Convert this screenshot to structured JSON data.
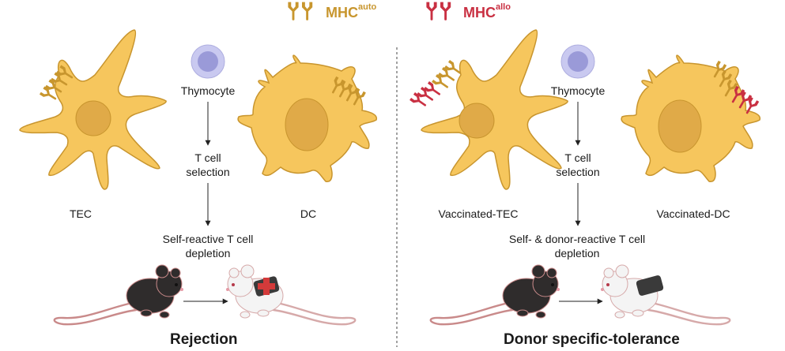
{
  "colors": {
    "cell_fill": "#f6c65d",
    "cell_stroke": "#c8952e",
    "nucleus": "#e0aa48",
    "mhc_auto": "#c8962e",
    "mhc_allo": "#c93042",
    "thymocyte_outer": "#c9c9f0",
    "thymocyte_inner": "#9a9ad8"
  },
  "legend": {
    "auto": {
      "base": "MHC",
      "sup": "auto",
      "icon": "mhc-auto-icon"
    },
    "allo": {
      "base": "MHC",
      "sup": "allo",
      "icon": "mhc-allo-icon"
    }
  },
  "left": {
    "tec_label": "TEC",
    "dc_label": "DC",
    "thymocyte_label": "Thymocyte",
    "selection_label": "T cell selection",
    "depletion_label": "Self-reactive T cell depletion",
    "outcome": "Rejection",
    "mice_icons": [
      "black-mouse-icon",
      "white-mouse-rejected-graft-icon"
    ]
  },
  "right": {
    "tec_label": "Vaccinated-TEC",
    "dc_label": "Vaccinated-DC",
    "thymocyte_label": "Thymocyte",
    "selection_label": "T cell selection",
    "depletion_label": "Self- & donor-reactive T cell depletion",
    "outcome": "Donor specific-tolerance",
    "mice_icons": [
      "black-mouse-icon",
      "white-mouse-accepted-graft-icon"
    ]
  }
}
